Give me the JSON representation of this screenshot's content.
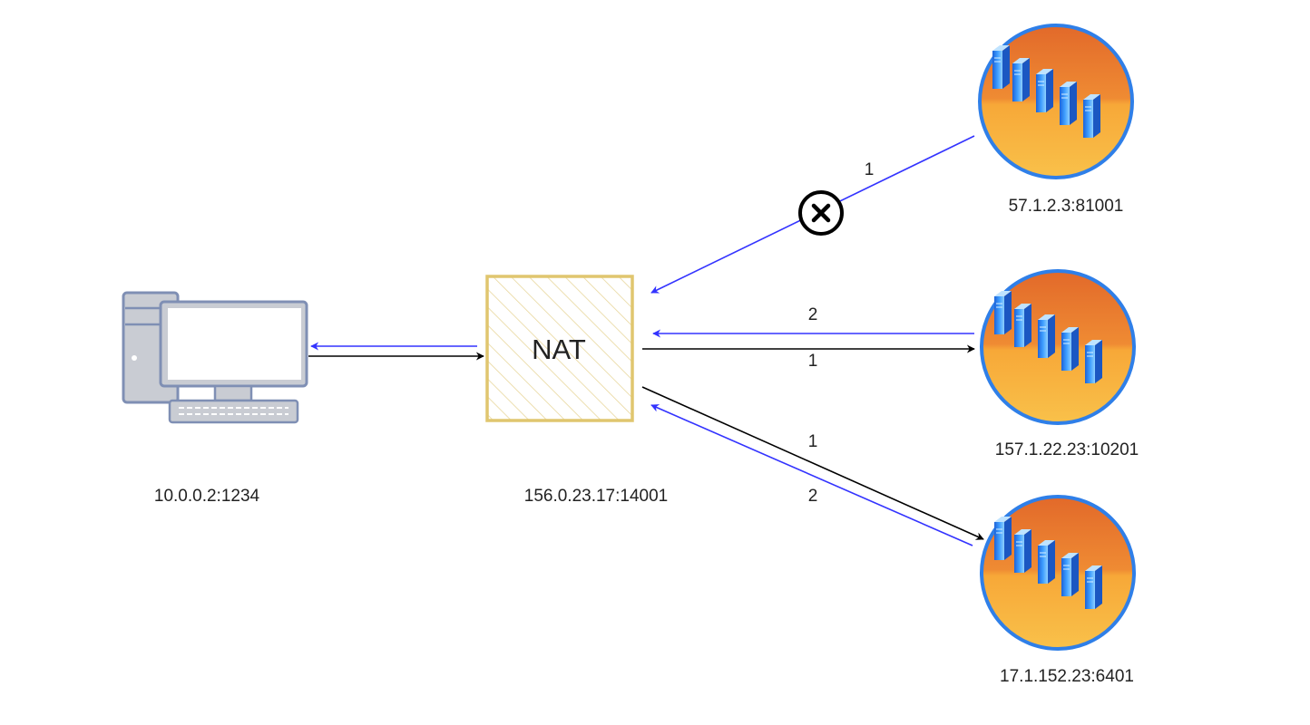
{
  "colors": {
    "forward_arrow": "#000000",
    "return_arrow": "#3333ff",
    "nat_border": "#e0c66f",
    "nat_hatch": "#e8d79c",
    "server_ring": "#2f7fe8",
    "server_top": "#e2692a",
    "server_bottom": "#f7b33a",
    "rack_blue": "#2f8bff"
  },
  "nodes": {
    "client": {
      "icon": "desktop-computer-icon",
      "label": "10.0.0.2:1234"
    },
    "nat": {
      "title": "NAT",
      "label": "156.0.23.17:14001"
    },
    "server_a": {
      "icon": "server-cluster-icon",
      "label": "57.1.2.3:81001"
    },
    "server_b": {
      "icon": "server-cluster-icon",
      "label": "157.1.22.23:10201"
    },
    "server_c": {
      "icon": "server-cluster-icon",
      "label": "17.1.152.23:6401"
    }
  },
  "edges": {
    "server_a_to_nat": {
      "order": "1",
      "status": "blocked",
      "blocked_icon": "blocked-x-icon"
    },
    "server_b_to_nat": {
      "order": "2"
    },
    "nat_to_server_b": {
      "order": "1"
    },
    "nat_to_server_c": {
      "order": "1"
    },
    "server_c_to_nat": {
      "order": "2"
    }
  }
}
